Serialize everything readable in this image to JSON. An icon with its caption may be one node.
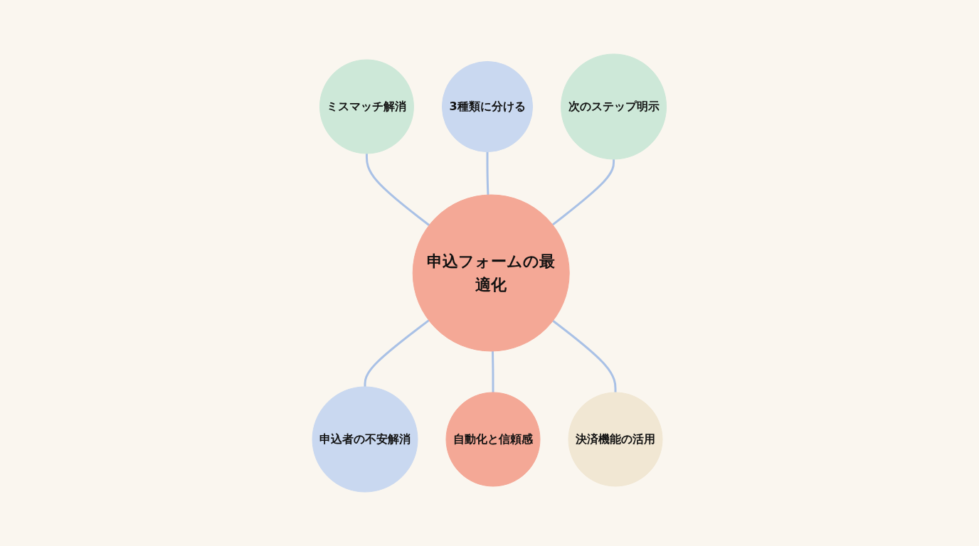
{
  "diagram": {
    "nodes": [
      {
        "text": [
          "申込フォームの最適化"
        ]
      },
      {
        "text": [
          "3種類に分ける"
        ]
      },
      {
        "text": [
          "ミスマッチ解消"
        ]
      },
      {
        "text": [
          "次のステップ明示"
        ]
      },
      {
        "text": [
          "申込者の不安解消"
        ]
      },
      {
        "text": [
          "決済機能の活用"
        ]
      },
      {
        "text": [
          "自動化と信頼感"
        ]
      }
    ],
    "edges": [
      {
        "from": 2,
        "to": 0,
        "arrow": "none"
      },
      {
        "from": 1,
        "to": 0,
        "arrow": "none"
      },
      {
        "from": 3,
        "to": 0,
        "arrow": "none"
      },
      {
        "from": 0,
        "to": 4,
        "arrow": "none"
      },
      {
        "from": 0,
        "to": 6,
        "arrow": "none"
      },
      {
        "from": 0,
        "to": 5,
        "arrow": "none"
      }
    ]
  }
}
